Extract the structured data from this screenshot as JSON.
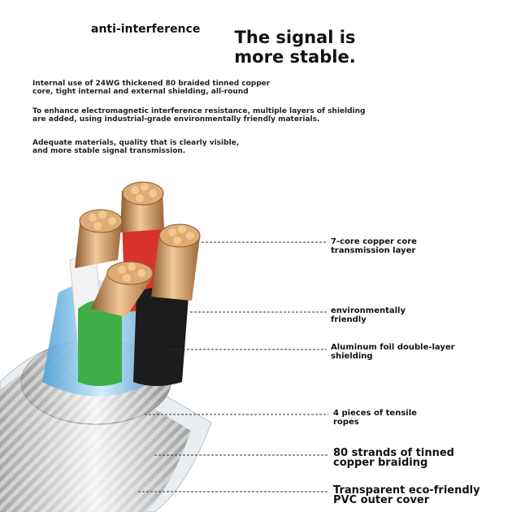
{
  "header": {
    "small_title": "anti-interference",
    "big_title": "The signal is\nmore stable."
  },
  "paragraphs": [
    "Internal use of 24WG thickened 80 braided tinned copper\n core, tight internal and external shielding, all-round",
    "To enhance electromagnetic interference resistance, multiple layers of shielding\n are added, using industrial-grade environmentally friendly materials.",
    "Adequate materials, quality that is clearly visible,\n and more stable signal transmission."
  ],
  "callouts": [
    "7-core copper core\n transmission layer",
    "environmentally\nfriendly",
    "Aluminum foil double-layer\nshielding",
    "4 pieces of tensile\nropes",
    "80 strands of tinned\ncopper braiding",
    "Transparent eco-friendly\nPVC outer cover"
  ],
  "colors": {
    "copper": "#c98a52",
    "red_core": "#d8322c",
    "green_core": "#3fae48",
    "white_core": "#eeeeee",
    "black_core": "#1c1c1c",
    "blue_shield": "#6bb7e6",
    "braid": "#c8c8c8"
  }
}
